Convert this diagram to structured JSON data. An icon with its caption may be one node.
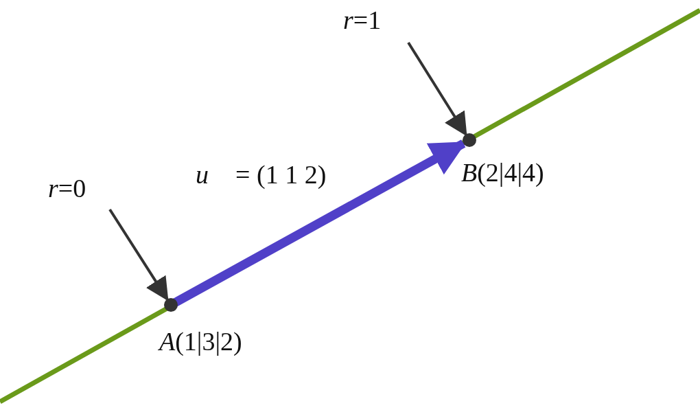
{
  "diagram": {
    "nodes": [
      {
        "text": [
          "*r*=0"
        ]
      },
      {
        "text": [
          "*r*=1"
        ]
      },
      {
        "text": [],
        "shape": "circle",
        "beside": [
          "*A*(1|3|2)"
        ]
      },
      {
        "text": [],
        "shape": "circle",
        "beside": [
          "*B*(2|4|4)"
        ]
      }
    ],
    "edges": [
      {
        "from": 0,
        "to": 2,
        "arrow": "to"
      },
      {
        "from": 1,
        "to": 3,
        "arrow": "to"
      },
      {
        "from": 2,
        "to": 3,
        "arrow": "to",
        "label": "*u⃗* = (1 1 2)",
        "style": "thick",
        "color": "#5040c8"
      }
    ]
  }
}
